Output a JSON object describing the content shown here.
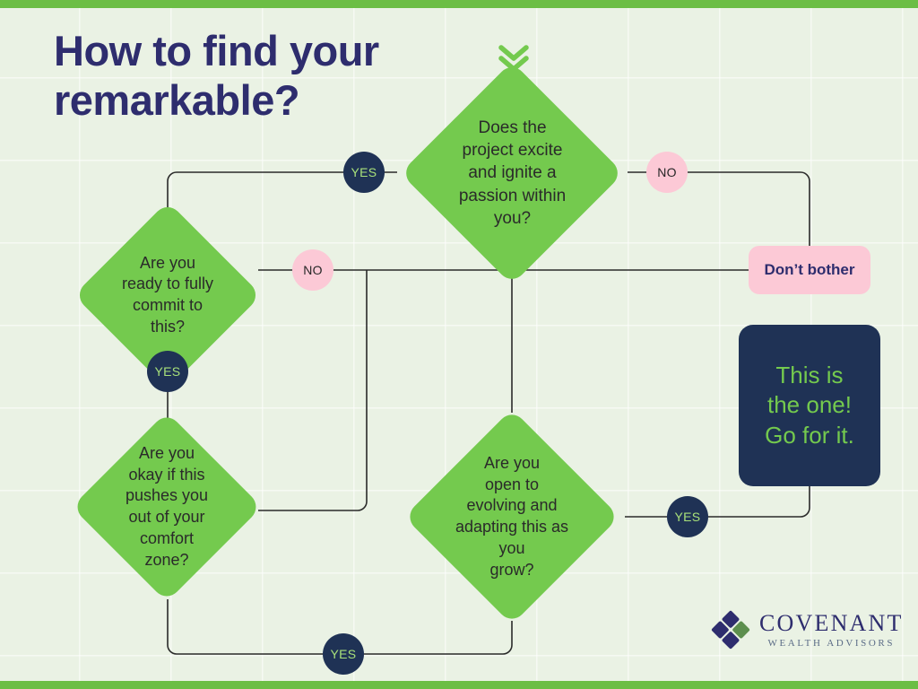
{
  "page": {
    "title": "How to find your\nremarkable?",
    "scroll_icon": "chevron-double-down-icon"
  },
  "colors": {
    "background": "#eaf2e4",
    "accent_green": "#74ca4e",
    "bar_green": "#6cbe45",
    "navy": "#1f3255",
    "title_navy": "#2e2d6e",
    "pink": "#fcc9d6",
    "connector": "#2a2a2a",
    "yes_text_green": "#a8e07a"
  },
  "nodes": {
    "q_excite": "Does the\nproject excite\nand ignite a\npassion within\nyou?",
    "q_commit": "Are you\nready to fully\ncommit to\nthis?",
    "q_comfort": "Are you\nokay if this\npushes you\nout of your\ncomfort\nzone?",
    "q_evolve": "Are you\nopen to\nevolving and\nadapting this as\nyou\ngrow?",
    "outcome_negative": "Don’t bother",
    "outcome_positive": "This is\nthe one!\nGo for it."
  },
  "labels": {
    "yes": "YES",
    "no": "NO"
  },
  "edges": [
    {
      "from": "q_excite",
      "label": "YES",
      "to": "q_commit"
    },
    {
      "from": "q_excite",
      "label": "NO",
      "to": "outcome_negative"
    },
    {
      "from": "q_commit",
      "label": "NO",
      "to": "outcome_negative"
    },
    {
      "from": "q_commit",
      "label": "YES",
      "to": "q_comfort"
    },
    {
      "from": "q_comfort",
      "label": "NO",
      "to": "outcome_negative"
    },
    {
      "from": "q_comfort",
      "label": "YES",
      "to": "q_evolve"
    },
    {
      "from": "q_excite",
      "label": "",
      "to": "q_evolve"
    },
    {
      "from": "q_evolve",
      "label": "YES",
      "to": "outcome_positive"
    }
  ],
  "brand": {
    "name": "COVENANT",
    "tagline": "WEALTH ADVISORS",
    "mark": "diamond-quadrant-logo-icon"
  }
}
